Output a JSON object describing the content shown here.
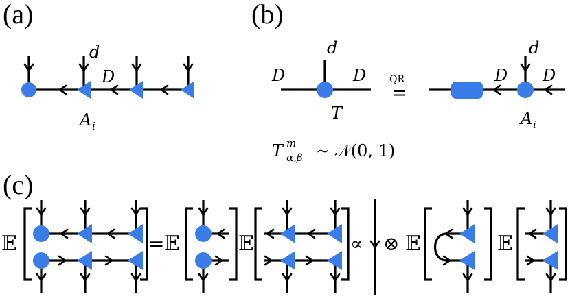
{
  "colors": {
    "node": "#3b7de8",
    "line": "#000000"
  },
  "panel_a": {
    "tag": "(a)",
    "leg_label": "d",
    "bond_label": "D",
    "site_label": "A",
    "site_sub": "i"
  },
  "panel_b": {
    "tag": "(b)",
    "left_d_top": "d",
    "left_D_left": "D",
    "left_D_right": "D",
    "tensor_label": "T",
    "qr_label": "QR",
    "eq_symbol": "=",
    "right_d_top": "d",
    "right_D_left": "D",
    "right_D_right": "D",
    "site_label": "A",
    "site_sub": "i",
    "dist_T": "T",
    "dist_sup": "m",
    "dist_sub": "α,β",
    "dist_rest": "∼ 𝒩(0, 1)"
  },
  "panel_c": {
    "tag": "(c)",
    "expect": "𝔼",
    "equals": "=",
    "propto": "∝",
    "tensor": "⊗"
  }
}
